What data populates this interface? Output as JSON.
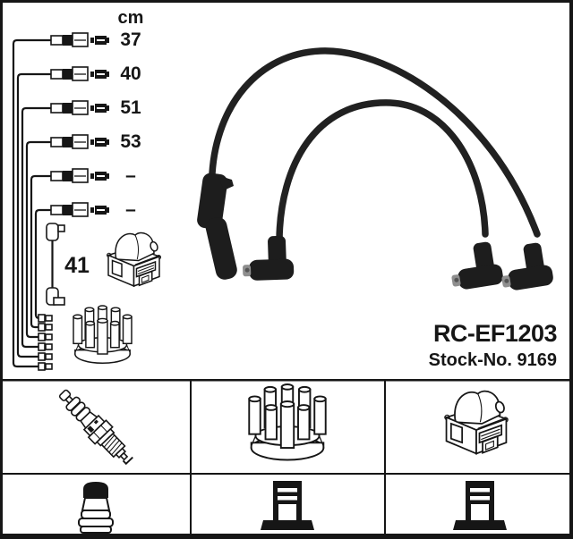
{
  "colors": {
    "ink": "#161616",
    "cable_black": "#212121",
    "paper": "#ffffff",
    "frame": "#000000"
  },
  "length_diagram": {
    "unit_label": "cm",
    "cable_lengths": [
      "37",
      "40",
      "51",
      "53",
      "–",
      "–"
    ],
    "coil_wire_length": "41"
  },
  "product": {
    "reference": "RC-EF1203",
    "stock_number_label": "Stock-No. 9169"
  },
  "component_legend": {
    "row1": [
      {
        "icon": "spark-plug"
      },
      {
        "icon": "distributor-cap"
      },
      {
        "icon": "ignition-coil"
      }
    ],
    "row2": [
      {
        "icon": "plug-terminal-nut"
      },
      {
        "icon": "coil-terminal-din"
      },
      {
        "icon": "distributor-terminal-din"
      }
    ]
  }
}
